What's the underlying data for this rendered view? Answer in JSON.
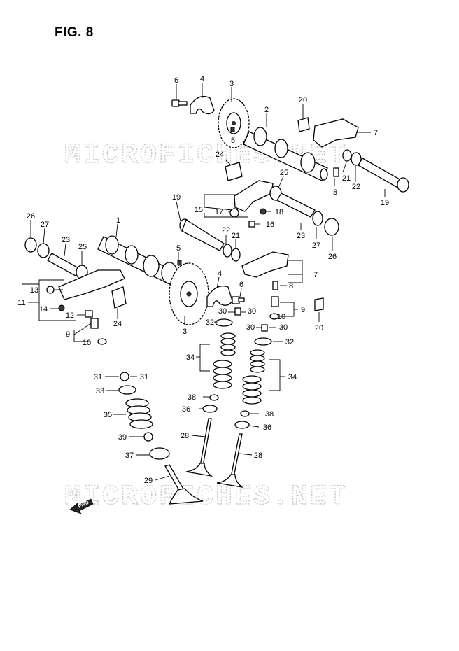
{
  "figure_title": "FIG. 8",
  "watermarks": [
    "MICROFICHES.NET",
    "MICROFICHES.NET"
  ],
  "direction_label": "FWD",
  "callouts": [
    "1",
    "2",
    "3",
    "3",
    "4",
    "4",
    "5",
    "5",
    "6",
    "6",
    "7",
    "7",
    "8",
    "8",
    "9",
    "9",
    "10",
    "10",
    "11",
    "12",
    "13",
    "14",
    "15",
    "16",
    "17",
    "18",
    "19",
    "19",
    "20",
    "20",
    "21",
    "21",
    "22",
    "22",
    "23",
    "23",
    "24",
    "24",
    "25",
    "25",
    "26",
    "26",
    "27",
    "27",
    "28",
    "28",
    "29",
    "30",
    "30",
    "30",
    "30",
    "31",
    "31",
    "32",
    "32",
    "33",
    "34",
    "34",
    "35",
    "36",
    "36",
    "37",
    "38",
    "38",
    "39"
  ]
}
